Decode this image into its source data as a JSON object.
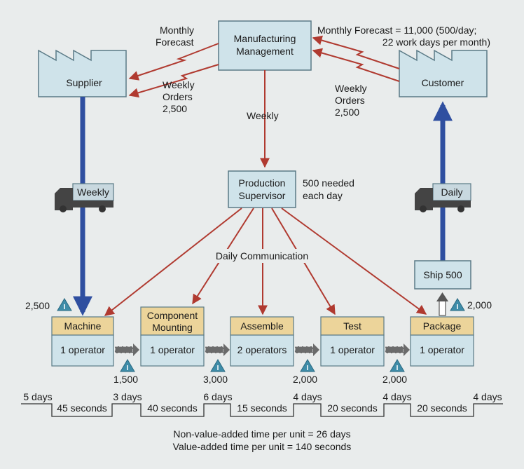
{
  "colors": {
    "box_fill": "#cfe3ea",
    "box_stroke": "#5a7a86",
    "header_fill": "#ecd49a",
    "info_arrow": "#b03a30",
    "material_arrow": "#2f4fa0",
    "inventory_fill": "#3f8ca8",
    "background": "#e9ecec",
    "push_arrow": "#6b6b6b"
  },
  "icons": {
    "factory": "factory-icon",
    "truck": "truck-icon",
    "inventory": "inventory-triangle-icon",
    "push": "push-arrow-icon"
  },
  "management": {
    "title_line1": "Manufacturing",
    "title_line2": "Management"
  },
  "supplier": {
    "label": "Supplier"
  },
  "customer": {
    "label": "Customer"
  },
  "monthly_forecast_left": {
    "line1": "Monthly",
    "line2": "Forecast"
  },
  "monthly_forecast_right": {
    "line1": "Monthly Forecast = 11,000 (500/day;",
    "line2": "22 work days per month)"
  },
  "weekly_orders_supplier": {
    "line1": "Weekly",
    "line2": "Orders",
    "line3": "2,500"
  },
  "weekly_orders_customer": {
    "line1": "Weekly",
    "line2": "Orders",
    "line3": "2,500"
  },
  "weekly_label": "Weekly",
  "supervisor": {
    "title_line1": "Production",
    "title_line2": "Supervisor",
    "note_line1": "500 needed",
    "note_line2": "each day"
  },
  "daily_communication": "Daily Communication",
  "truck_left": {
    "label": "Weekly"
  },
  "truck_right": {
    "label": "Daily"
  },
  "ship": {
    "label": "Ship 500"
  },
  "inventory": {
    "raw": "2,500",
    "i1": "1,500",
    "i2": "3,000",
    "i3": "2,000",
    "i4": "2,000",
    "finished": "2,000",
    "symbol": "I"
  },
  "processes": [
    {
      "name": "Machine",
      "operators": "1 operator"
    },
    {
      "name_line1": "Component",
      "name_line2": "Mounting",
      "operators": "1 operator"
    },
    {
      "name": "Assemble",
      "operators": "2 operators"
    },
    {
      "name": "Test",
      "operators": "1 operator"
    },
    {
      "name": "Package",
      "operators": "1 operator"
    }
  ],
  "timeline": {
    "days": [
      "5 days",
      "3 days",
      "6 days",
      "4 days",
      "4 days",
      "4 days"
    ],
    "seconds": [
      "45 seconds",
      "40 seconds",
      "15 seconds",
      "20 seconds",
      "20 seconds"
    ]
  },
  "summary": {
    "nva": "Non-value-added time per unit = 26 days",
    "va": "Value-added time per unit = 140 seconds"
  }
}
